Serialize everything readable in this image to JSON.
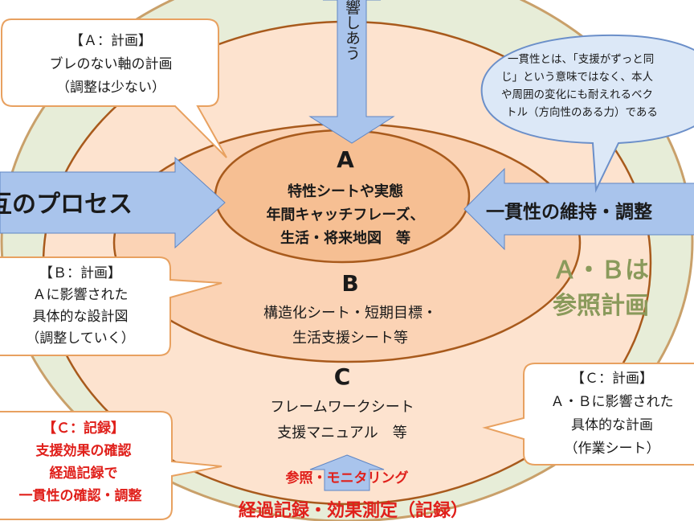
{
  "colors": {
    "outer_fill": "#e7edd8",
    "outer_stroke": "#c9a06a",
    "ring_c_fill": "#fde3cf",
    "ring_b_fill": "#fbd3b5",
    "core_fill": "#f6bf93",
    "ellipse_stroke": "#a85a1c",
    "arrow_fill": "#a9c4ec",
    "arrow_stroke": "#5f86c4",
    "callout_fill": "#ffffff",
    "callout_stroke": "#e8a160",
    "bubble_fill": "#dce8f7",
    "bubble_stroke": "#6b8fc9",
    "record_red": "#e0201b",
    "ab_green": "#8a9a5b"
  },
  "center": {
    "a_letter": "A",
    "a_lines": [
      "特性シートや実態",
      "年間キャッチフレーズ、",
      "生活・将来地図　等"
    ],
    "b_letter": "B",
    "b_lines": [
      "構造化シート・短期目標・",
      "生活支援シート等"
    ],
    "c_letter": "C",
    "c_lines": [
      "フレームワークシート",
      "支援マニュアル　等"
    ]
  },
  "arrows": {
    "top_vertical": "影響しあう",
    "left": "相互のプロセス",
    "right": "一貫性の維持・調整",
    "bottom": "参照・モニタリング"
  },
  "callouts": {
    "a_plan": [
      "【Ａ：計画】",
      "ブレのない軸の計画",
      "（調整は少ない）"
    ],
    "b_plan": [
      "【Ｂ：計画】",
      "Ａに影響された",
      "具体的な設計図",
      "（調整していく）"
    ],
    "c_plan": [
      "【Ｃ：計画】",
      "Ａ・Ｂに影響された",
      "具体的な計画",
      "（作業シート）"
    ],
    "c_record": [
      "【Ｃ：記録】",
      "支援効果の確認",
      "経過記録で",
      "一貫性の確認・調整"
    ],
    "consistency": [
      "一貫性とは、「支援がずっと同",
      "じ」という意味ではなく、本人",
      "や周囲の変化にも耐えれるベク",
      "トル（方向性のある力）である"
    ]
  },
  "ab_reference": [
    "Ａ・Ｂは",
    "参照計画"
  ],
  "bottom_record": "経過記録・効果測定（記録）"
}
